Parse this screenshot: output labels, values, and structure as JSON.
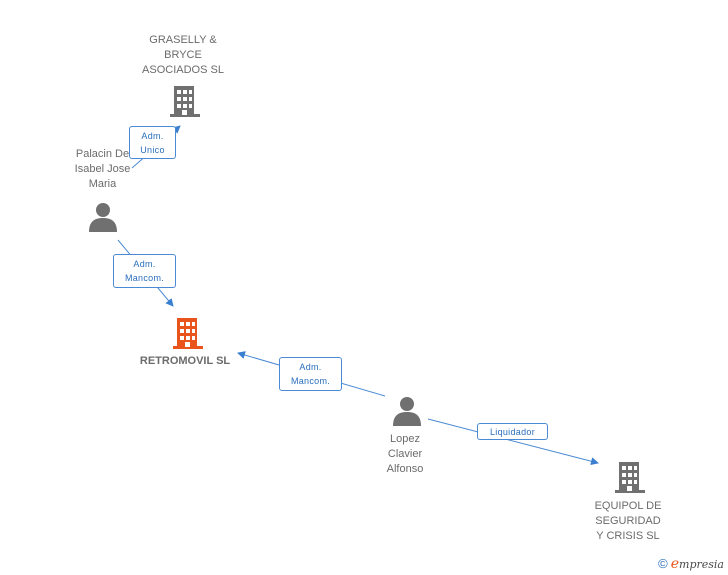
{
  "nodes": {
    "grasellY": {
      "label": "GRASELLY &\nBRYCE\nASOCIADOS SL"
    },
    "palacin": {
      "label": "Palacin De\nIsabel Jose\nMaria"
    },
    "retromovil": {
      "label": "RETROMOVIL SL"
    },
    "lopez": {
      "label": "Lopez\nClavier\nAlfonso"
    },
    "equipol": {
      "label": "EQUIPOL DE\nSEGURIDAD\nY CRISIS SL"
    }
  },
  "edges": {
    "adm_unico": {
      "label": "Adm.\nUnico"
    },
    "adm_mancom_1": {
      "label": "Adm.\nMancom."
    },
    "adm_mancom_2": {
      "label": "Adm.\nMancom."
    },
    "liquidador": {
      "label": "Liquidador"
    }
  },
  "footer": {
    "copyright": "©",
    "brand_initial": "e",
    "brand_rest": "mpresia"
  },
  "colors": {
    "edge": "#4a8ad4",
    "company_icon": "#707070",
    "main_company_icon": "#e8541c",
    "person_icon": "#707070"
  }
}
